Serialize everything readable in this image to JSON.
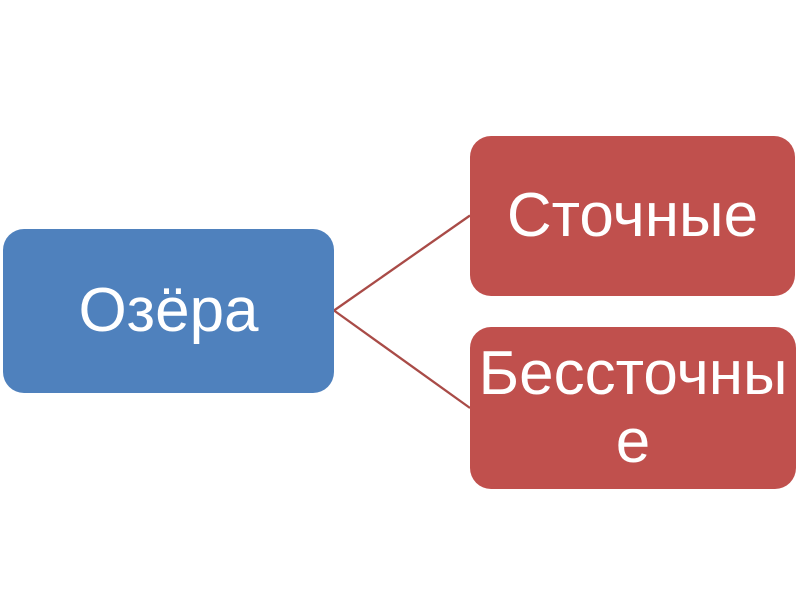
{
  "diagram": {
    "root": {
      "label": "Озёра"
    },
    "children": [
      {
        "label": "Сточные"
      },
      {
        "label": "Бессточные"
      }
    ]
  },
  "colors": {
    "background": "#FFFFFF",
    "root_fill": "#4F81BD",
    "child_fill": "#C0504D",
    "connector": "#A94B47",
    "text": "#FFFFFF"
  }
}
